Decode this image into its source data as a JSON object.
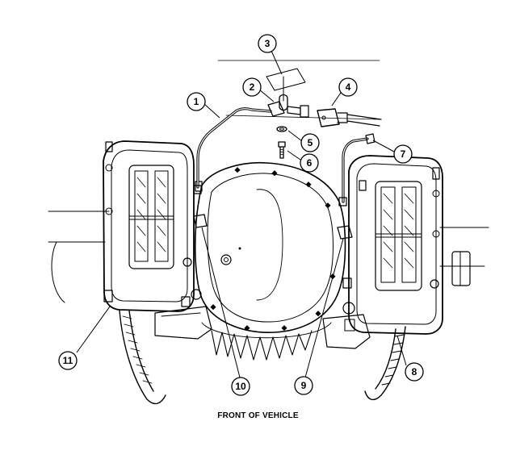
{
  "caption": "FRONT OF VEHICLE",
  "callouts": {
    "c1": "1",
    "c2": "2",
    "c3": "3",
    "c4": "4",
    "c5": "5",
    "c6": "6",
    "c7": "7",
    "c8": "8",
    "c9": "9",
    "c10": "10",
    "c11": "11"
  }
}
